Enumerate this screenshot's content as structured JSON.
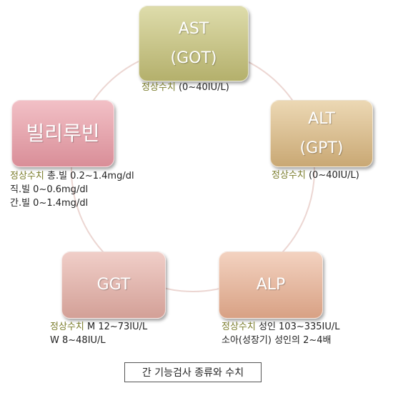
{
  "nodes": {
    "ast": {
      "title_line1": "AST",
      "title_line2": "(GOT)",
      "normal_label": "정상수치",
      "normal_value": "(0~40IU/L)"
    },
    "alt": {
      "title_line1": "ALT",
      "title_line2": "(GPT)",
      "normal_label": "정상수치",
      "normal_value": "(0~40IU/L)"
    },
    "bilirubin": {
      "title": "빌리루빈",
      "normal_label": "정상수치",
      "line1_value": "총.빌 0.2~1.4mg/dl",
      "line2": "직.빌 0~0.6mg/dl",
      "line3": "간.빌 0~1.4mg/dl"
    },
    "ggt": {
      "title": "GGT",
      "normal_label": "정상수치",
      "line1_value": "M 12~73IU/L",
      "line2": "W 8~48IU/L"
    },
    "alp": {
      "title": "ALP",
      "normal_label": "정상수치",
      "line1_value": "성인 103~335IU/L",
      "line2": "소아(성장기) 성인의 2~4배"
    }
  },
  "caption": "간 기능검사 종류와 수치",
  "colors": {
    "ast": "#c9c68a",
    "alt": "#dcc095",
    "bilirubin": "#e8a6ae",
    "ggt": "#e2b5ad",
    "alp": "#e6b99f",
    "normal_label": "#7b7d2d",
    "ring": "#ecd6d2"
  }
}
